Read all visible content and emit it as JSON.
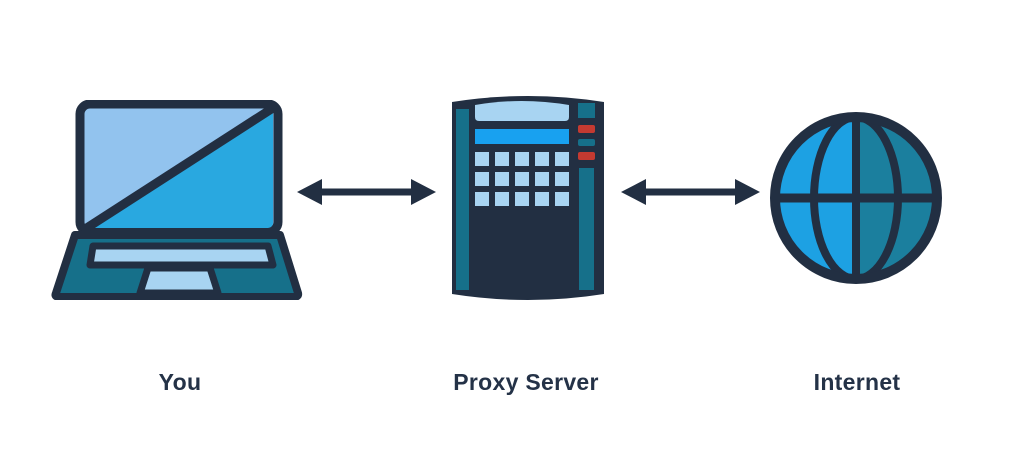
{
  "diagram": {
    "background": "#ffffff",
    "nodes": [
      {
        "id": "you",
        "label": "You",
        "icon": "laptop-icon"
      },
      {
        "id": "proxy-server",
        "label": "Proxy Server",
        "icon": "server-icon"
      },
      {
        "id": "internet",
        "label": "Internet",
        "icon": "globe-icon"
      }
    ],
    "connections": [
      {
        "from": "you",
        "to": "proxy-server",
        "style": "double-headed-arrow"
      },
      {
        "from": "proxy-server",
        "to": "internet",
        "style": "double-headed-arrow"
      }
    ],
    "colors": {
      "outline_navy": "#222f42",
      "screen_light_blue": "#92c3ee",
      "panel_light_blue": "#a8d4f2",
      "bright_blue": "#29a8e0",
      "vivid_blue": "#18a1f0",
      "teal": "#16708a",
      "globe_teal": "#1b7f9e",
      "indicator_red": "#c43a31",
      "label_text": "#243247"
    }
  }
}
